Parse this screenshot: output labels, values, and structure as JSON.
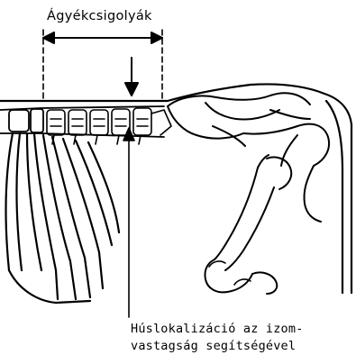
{
  "diagram": {
    "region_label": "Ágyékcsigolyák",
    "caption_lines": [
      "Húslokalizáció az izom-",
      "vastagság segítségével"
    ],
    "colors": {
      "ink": "#000000",
      "background": "#ffffff"
    }
  }
}
